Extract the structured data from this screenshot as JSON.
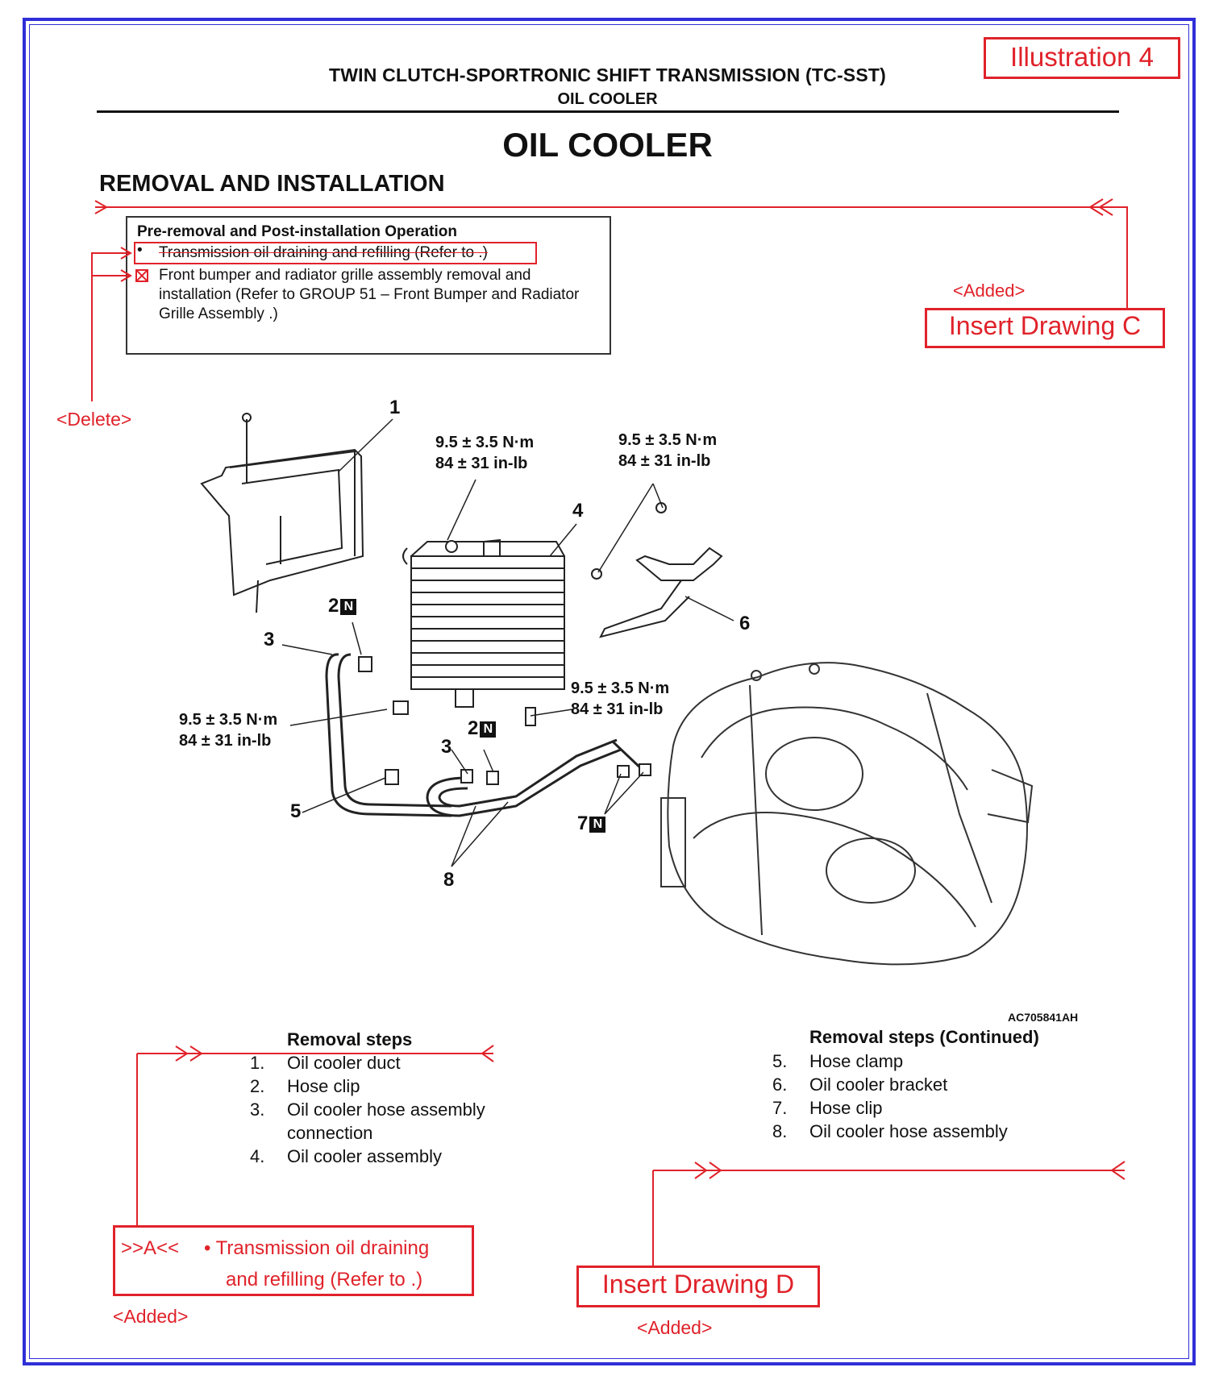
{
  "header": {
    "line1": "TWIN CLUTCH-SPORTRONIC SHIFT TRANSMISSION (TC-SST)",
    "line2": "OIL COOLER"
  },
  "title": "OIL COOLER",
  "section": "REMOVAL AND INSTALLATION",
  "illustration_label": "Illustration 4",
  "pre_removal": {
    "title": "Pre-removal and Post-installation Operation",
    "item1": "Transmission oil draining and refilling (Refer to .)",
    "item2": "Front bumper and radiator grille assembly removal and installation (Refer to GROUP 51 – Front Bumper and Radiator Grille Assembly .)"
  },
  "annotations": {
    "delete": "<Delete>",
    "added_c": "<Added>",
    "insert_c": "Insert Drawing C",
    "added_a": "<Added>",
    "box_a_marker": ">>A<<",
    "box_a_line1": "• Transmission oil draining",
    "box_a_line2": "and refilling (Refer to .)",
    "insert_d": "Insert Drawing D",
    "added_d": "<Added>"
  },
  "diagram": {
    "torque_a1": "9.5 ± 3.5 N·m",
    "torque_a2": "84 ± 31 in-lb",
    "torque_b1": "9.5 ± 3.5 N·m",
    "torque_b2": "84 ± 31 in-lb",
    "torque_c1": "9.5 ± 3.5 N·m",
    "torque_c2": "84 ± 31 in-lb",
    "torque_d1": "9.5 ± 3.5 N·m",
    "torque_d2": "84 ± 31 in-lb",
    "n1": "1",
    "n2a": "2",
    "n2b": "2",
    "n3a": "3",
    "n3b": "3",
    "n4": "4",
    "n5": "5",
    "n6": "6",
    "n7": "7",
    "n8": "8",
    "badge": "N",
    "code": "AC705841AH"
  },
  "removal_steps": {
    "title": "Removal steps",
    "items": [
      {
        "num": "1.",
        "text": "Oil cooler duct"
      },
      {
        "num": "2.",
        "text": "Hose clip"
      },
      {
        "num": "3.",
        "text": "Oil cooler hose assembly"
      },
      {
        "num": "",
        "text": "connection"
      },
      {
        "num": "4.",
        "text": "Oil cooler assembly"
      }
    ]
  },
  "removal_steps_cont": {
    "title": "Removal steps (Continued)",
    "items": [
      {
        "num": "5.",
        "text": "Hose clamp"
      },
      {
        "num": "6.",
        "text": "Oil cooler bracket"
      },
      {
        "num": "7.",
        "text": "Hose clip"
      },
      {
        "num": "8.",
        "text": "Oil cooler hose assembly"
      }
    ]
  },
  "colors": {
    "frame": "#2f2fd8",
    "markup": "#e0222a",
    "ink": "#111111"
  }
}
